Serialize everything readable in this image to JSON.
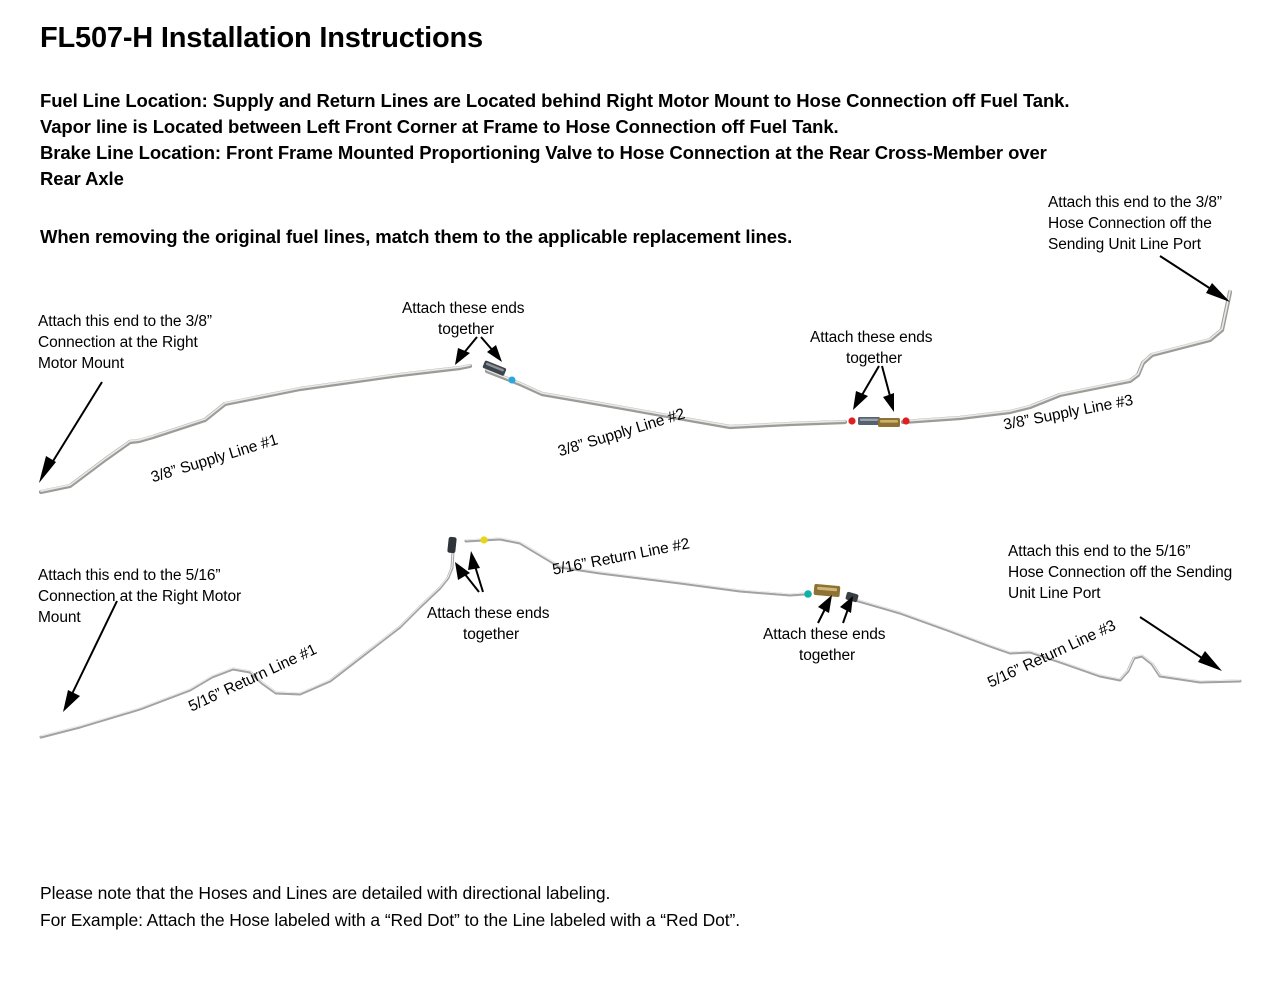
{
  "document": {
    "title": "FL507-H Installation Instructions",
    "intro_lines": [
      "Fuel Line Location:  Supply and Return Lines are Located behind Right Motor Mount to Hose Connection off Fuel Tank.",
      "Vapor line is Located between Left Front Corner at Frame to Hose Connection off Fuel Tank.",
      "Brake Line Location: Front Frame Mounted Proportioning Valve to Hose Connection at the Rear Cross-Member over",
      "Rear Axle"
    ],
    "emphasis": "When removing the original fuel lines, match them to the applicable replacement lines.",
    "footer_lines": [
      "Please note that the Hoses and Lines are detailed with directional labeling.",
      "For Example: Attach the Hose labeled with a “Red Dot” to the Line labeled with a “Red Dot”."
    ]
  },
  "supply_diagram": {
    "callout_left": {
      "lines": [
        "Attach this end to the 3/8”",
        "Connection at the Right",
        "Motor Mount"
      ]
    },
    "callout_right": {
      "lines": [
        "Attach this end to the 3/8”",
        "Hose Connection off the",
        "Sending Unit Line Port"
      ]
    },
    "callout_joint_1": {
      "lines": [
        "Attach these ends",
        "together"
      ]
    },
    "callout_joint_2": {
      "lines": [
        "Attach these ends",
        "together"
      ]
    },
    "line_labels": [
      "3/8” Supply Line #1",
      "3/8” Supply Line #2",
      "3/8” Supply Line #3"
    ],
    "markers": [
      {
        "name": "blue-dot",
        "color": "#29a8e0"
      },
      {
        "name": "red-dot-left",
        "color": "#e02020"
      },
      {
        "name": "red-dot-right",
        "color": "#e02020"
      }
    ]
  },
  "return_diagram": {
    "callout_left": {
      "lines": [
        "Attach this end to the 5/16”",
        "Connection at the Right Motor",
        "Mount"
      ]
    },
    "callout_right": {
      "lines": [
        "Attach this end to the 5/16”",
        "Hose Connection off the Sending",
        "Unit Line Port"
      ]
    },
    "callout_joint_1": {
      "lines": [
        "Attach these ends",
        "together"
      ]
    },
    "callout_joint_2": {
      "lines": [
        "Attach these ends",
        "together"
      ]
    },
    "line_labels": [
      "5/16” Return Line #1",
      "5/16” Return Line #2",
      "5/16” Return Line #3"
    ],
    "markers": [
      {
        "name": "yellow-dot",
        "color": "#e8d516"
      },
      {
        "name": "teal-dot",
        "color": "#11b2a6"
      }
    ]
  },
  "colors": {
    "tube": "#9b9c98",
    "tube_highlight": "#e8e9e7",
    "fitting_brass": "#9a7c3a",
    "fitting_steel": "#4a4f58",
    "text": "#000000",
    "background": "#ffffff"
  }
}
